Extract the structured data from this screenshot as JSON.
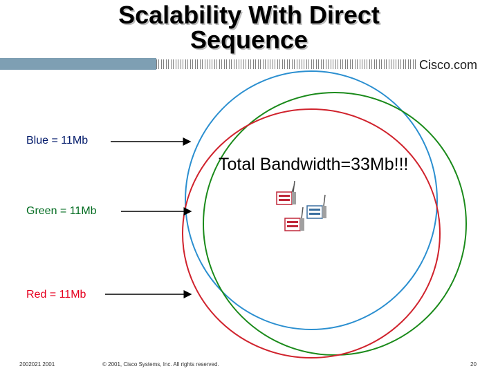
{
  "slide": {
    "title_line1": "Scalability With Direct",
    "title_line2": "Sequence",
    "brand": "Cisco.com"
  },
  "labels": {
    "blue": "Blue = 11Mb",
    "green": "Green = 11Mb",
    "red": "Red = 11Mb"
  },
  "total": "Total Bandwidth=33Mb!!!",
  "footer": {
    "code": "2002021 2001",
    "copyright": "© 2001, Cisco Systems, Inc. All rights reserved.",
    "page": "20"
  },
  "colors": {
    "blue_circle": "#2b8fd0",
    "green_circle": "#1a8a1a",
    "red_circle": "#d0232d",
    "header_bar": "#7e9fb3"
  },
  "icons": [
    "access-point-icon",
    "access-point-icon",
    "access-point-icon"
  ]
}
